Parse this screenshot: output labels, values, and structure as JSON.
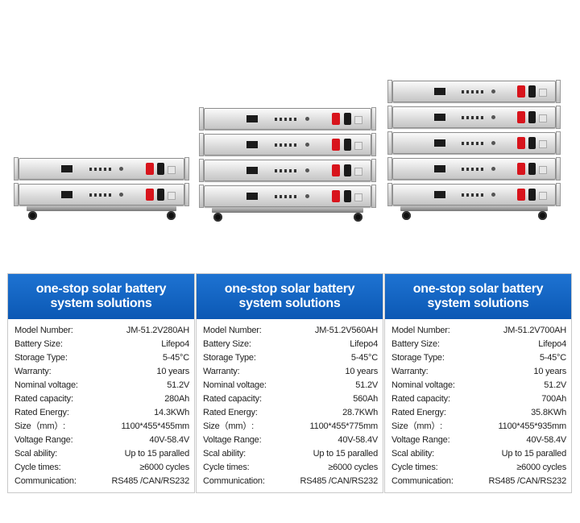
{
  "cards": [
    {
      "heading_line1": "one-stop solar battery",
      "heading_line2": "system solutions",
      "specs": [
        {
          "label": "Model Number:",
          "value": "JM-51.2V280AH"
        },
        {
          "label": "Battery Size:",
          "value": "Lifepo4"
        },
        {
          "label": "Storage Type:",
          "value": "5-45°C"
        },
        {
          "label": "Warranty:",
          "value": "10 years"
        },
        {
          "label": "Nominal voltage:",
          "value": "51.2V"
        },
        {
          "label": "Rated capacity:",
          "value": "280Ah"
        },
        {
          "label": "Rated Energy:",
          "value": "14.3KWh"
        },
        {
          "label": "Size（mm）:",
          "value": "1100*455*455mm"
        },
        {
          "label": "Voltage Range:",
          "value": "40V-58.4V"
        },
        {
          "label": "Scal ability:",
          "value": "Up to 15 paralled"
        },
        {
          "label": "Cycle times:",
          "value": "≥6000 cycles"
        },
        {
          "label": "Communication:",
          "value": "RS485 /CAN/RS232"
        }
      ]
    },
    {
      "heading_line1": "one-stop solar battery",
      "heading_line2": "system solutions",
      "specs": [
        {
          "label": "Model Number:",
          "value": "JM-51.2V560AH"
        },
        {
          "label": "Battery Size:",
          "value": "Lifepo4"
        },
        {
          "label": "Storage Type:",
          "value": "5-45°C"
        },
        {
          "label": "Warranty:",
          "value": "10 years"
        },
        {
          "label": "Nominal voltage:",
          "value": "51.2V"
        },
        {
          "label": "Rated capacity:",
          "value": "560Ah"
        },
        {
          "label": "Rated Energy:",
          "value": "28.7KWh"
        },
        {
          "label": "Size（mm）:",
          "value": "1100*455*775mm"
        },
        {
          "label": "Voltage Range:",
          "value": "40V-58.4V"
        },
        {
          "label": "Scal ability:",
          "value": "Up to 15 paralled"
        },
        {
          "label": "Cycle times:",
          "value": "≥6000 cycles"
        },
        {
          "label": "Communication:",
          "value": "RS485 /CAN/RS232"
        }
      ]
    },
    {
      "heading_line1": "one-stop solar battery",
      "heading_line2": "system solutions",
      "specs": [
        {
          "label": "Model Number:",
          "value": "JM-51.2V700AH"
        },
        {
          "label": "Battery Size:",
          "value": "Lifepo4"
        },
        {
          "label": "Storage Type:",
          "value": "5-45°C"
        },
        {
          "label": "Warranty:",
          "value": "10 years"
        },
        {
          "label": "Nominal voltage:",
          "value": "51.2V"
        },
        {
          "label": "Rated capacity:",
          "value": "700Ah"
        },
        {
          "label": "Rated Energy:",
          "value": "35.8KWh"
        },
        {
          "label": "Size（mm）:",
          "value": "1100*455*935mm"
        },
        {
          "label": "Voltage Range:",
          "value": "40V-58.4V"
        },
        {
          "label": "Scal ability:",
          "value": "Up to 15 paralled"
        },
        {
          "label": "Cycle times:",
          "value": "≥6000 cycles"
        },
        {
          "label": "Communication:",
          "value": "RS485 /CAN/RS232"
        }
      ]
    }
  ],
  "colors": {
    "card_header": "#0b58b4",
    "terminal_red": "#d8141c"
  },
  "products": [
    {
      "modules": 2,
      "icon": "battery-rack-2-module-icon"
    },
    {
      "modules": 4,
      "icon": "battery-rack-4-module-icon"
    },
    {
      "modules": 5,
      "icon": "battery-rack-5-module-icon"
    }
  ]
}
